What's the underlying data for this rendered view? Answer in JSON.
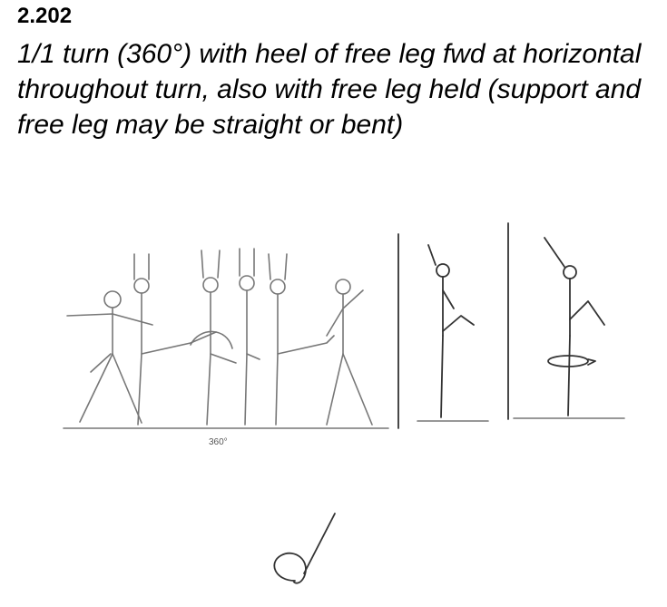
{
  "element": {
    "code": "2.202",
    "description": "1/1 turn (360°) with heel of free leg fwd at horizontal throughout turn, also with free leg held (support and free leg may be straight or bent)"
  },
  "illustration": {
    "turn_label": "360°"
  },
  "symbol": {
    "icon": "turn-symbol-icon"
  }
}
